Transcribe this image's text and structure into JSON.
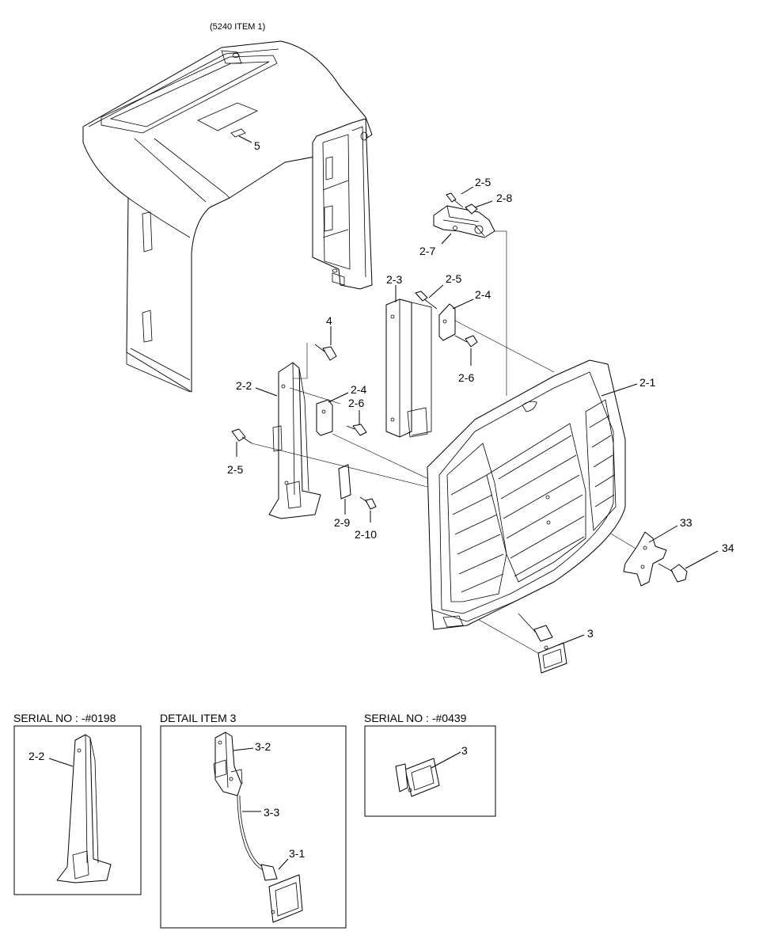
{
  "diagram": {
    "top_note": "(5240 ITEM 1)",
    "callouts": {
      "c5": "5",
      "c2_5a": "2-5",
      "c2_8": "2-8",
      "c2_7": "2-7",
      "c2_3": "2-3",
      "c2_5b": "2-5",
      "c2_4a": "2-4",
      "c4": "4",
      "c2_6a": "2-6",
      "c2_2": "2-2",
      "c2_4b": "2-4",
      "c2_6b": "2-6",
      "c2_1": "2-1",
      "c2_5c": "2-5",
      "c2_9": "2-9",
      "c2_10": "2-10",
      "c33": "33",
      "c34": "34",
      "c3": "3"
    },
    "insets": {
      "serial_0198": {
        "title": "SERIAL NO : -#0198",
        "callout": "2-2"
      },
      "detail_item3": {
        "title": "DETAIL ITEM 3",
        "callouts": [
          "3-2",
          "3-3",
          "3-1"
        ]
      },
      "serial_0439": {
        "title": "SERIAL NO : -#0439",
        "callout": "3"
      }
    }
  }
}
